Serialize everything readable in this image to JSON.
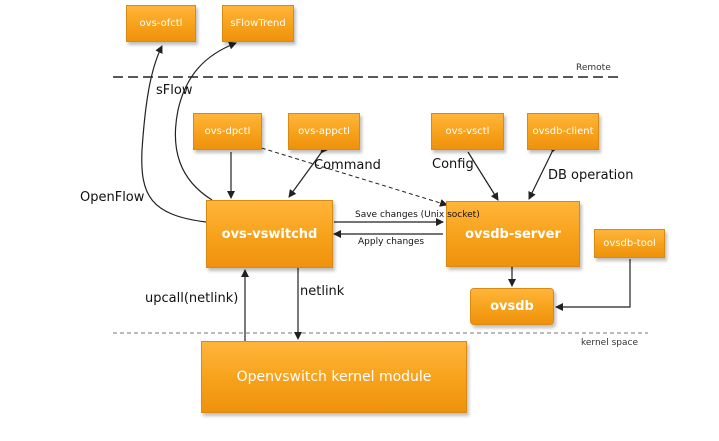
{
  "zones": {
    "remote": "Remote",
    "kernel_space": "kernel space"
  },
  "boxes": {
    "ovs_ofctl": "ovs-ofctl",
    "sflowtrend": "sFlowTrend",
    "ovs_dpctl": "ovs-dpctl",
    "ovs_appctl": "ovs-appctl",
    "ovs_vsctl": "ovs-vsctl",
    "ovsdb_client": "ovsdb-client",
    "ovs_vswitchd": "ovs-vswitchd",
    "ovsdb_server": "ovsdb-server",
    "ovsdb_tool": "ovsdb-tool",
    "ovsdb": "ovsdb",
    "kernel_module": "Openvswitch kernel module"
  },
  "labels": {
    "sflow": "sFlow",
    "openflow": "OpenFlow",
    "command": "Command",
    "config": "Config",
    "db_operation": "DB operation",
    "save_changes": "Save changes (Unix socket)",
    "apply_changes": "Apply changes",
    "upcall": "upcall(netlink)",
    "netlink": "netlink"
  },
  "colors": {
    "box_fill": "#f7a11a",
    "box_border": "#d98a12",
    "line": "#222222"
  }
}
